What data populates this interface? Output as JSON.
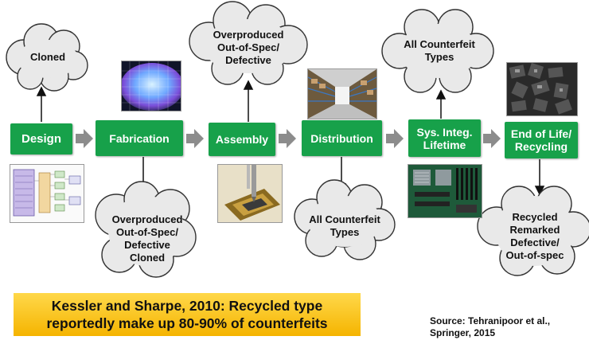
{
  "stages": [
    {
      "label": "Design"
    },
    {
      "label": "Fabrication"
    },
    {
      "label": "Assembly"
    },
    {
      "label": "Distribution"
    },
    {
      "label": "Sys. Integ.\nLifetime"
    },
    {
      "label": "End of Life/\nRecycling"
    }
  ],
  "clouds": [
    {
      "text": "Cloned"
    },
    {
      "text": "Overproduced\nOut-of-Spec/\nDefective"
    },
    {
      "text": "All Counterfeit\nTypes"
    },
    {
      "text": "Overproduced\nOut-of-Spec/\nDefective\nCloned"
    },
    {
      "text": "All Counterfeit\nTypes"
    },
    {
      "text": "Recycled\nRemarked\nDefective/\nOut-of-spec"
    }
  ],
  "banner": {
    "text": "Kessler and Sharpe, 2010: Recycled type\nreportedly make up 80-90% of counterfeits"
  },
  "source": {
    "text": "Source: Tehranipoor et al.,\nSpringer, 2015"
  },
  "colors": {
    "stage": "#17a14a",
    "arrow": "#8c8c8c",
    "cloud_fill": "#e9e9e9",
    "banner": "#f5b400"
  }
}
